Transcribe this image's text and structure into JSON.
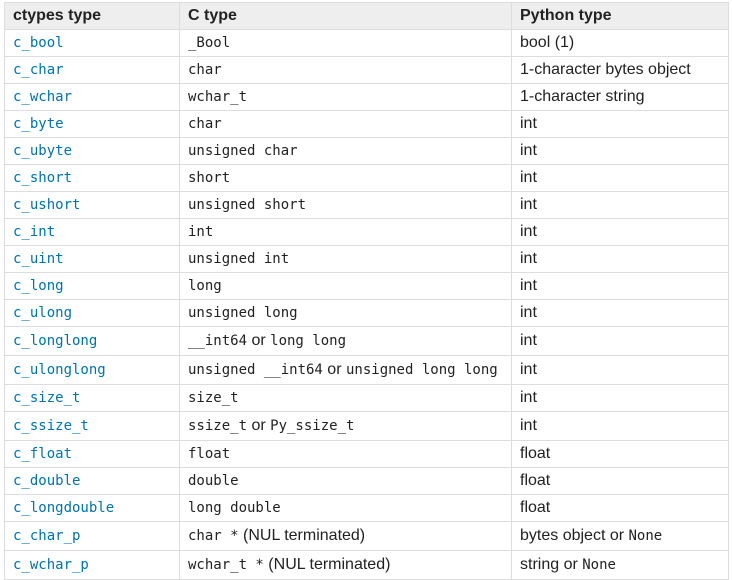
{
  "headers": [
    "ctypes type",
    "C type",
    "Python type"
  ],
  "rows": [
    {
      "ctypes": "c_bool",
      "c": [
        {
          "code": "_Bool"
        }
      ],
      "py": [
        {
          "text": "bool (1)"
        }
      ]
    },
    {
      "ctypes": "c_char",
      "c": [
        {
          "code": "char"
        }
      ],
      "py": [
        {
          "text": "1-character bytes object"
        }
      ]
    },
    {
      "ctypes": "c_wchar",
      "c": [
        {
          "code": "wchar_t"
        }
      ],
      "py": [
        {
          "text": "1-character string"
        }
      ]
    },
    {
      "ctypes": "c_byte",
      "c": [
        {
          "code": "char"
        }
      ],
      "py": [
        {
          "text": "int"
        }
      ]
    },
    {
      "ctypes": "c_ubyte",
      "c": [
        {
          "code": "unsigned char"
        }
      ],
      "py": [
        {
          "text": "int"
        }
      ]
    },
    {
      "ctypes": "c_short",
      "c": [
        {
          "code": "short"
        }
      ],
      "py": [
        {
          "text": "int"
        }
      ]
    },
    {
      "ctypes": "c_ushort",
      "c": [
        {
          "code": "unsigned short"
        }
      ],
      "py": [
        {
          "text": "int"
        }
      ]
    },
    {
      "ctypes": "c_int",
      "c": [
        {
          "code": "int"
        }
      ],
      "py": [
        {
          "text": "int"
        }
      ]
    },
    {
      "ctypes": "c_uint",
      "c": [
        {
          "code": "unsigned int"
        }
      ],
      "py": [
        {
          "text": "int"
        }
      ]
    },
    {
      "ctypes": "c_long",
      "c": [
        {
          "code": "long"
        }
      ],
      "py": [
        {
          "text": "int"
        }
      ]
    },
    {
      "ctypes": "c_ulong",
      "c": [
        {
          "code": "unsigned long"
        }
      ],
      "py": [
        {
          "text": "int"
        }
      ]
    },
    {
      "ctypes": "c_longlong",
      "tall": true,
      "c": [
        {
          "code": "__int64"
        },
        {
          "text": " or "
        },
        {
          "code": "long long"
        }
      ],
      "py": [
        {
          "text": "int"
        }
      ]
    },
    {
      "ctypes": "c_ulonglong",
      "tall": true,
      "c": [
        {
          "code": "unsigned __int64"
        },
        {
          "text": " or "
        },
        {
          "code": "unsigned long long"
        }
      ],
      "py": [
        {
          "text": "int"
        }
      ]
    },
    {
      "ctypes": "c_size_t",
      "c": [
        {
          "code": "size_t"
        }
      ],
      "py": [
        {
          "text": "int"
        }
      ]
    },
    {
      "ctypes": "c_ssize_t",
      "tall": true,
      "c": [
        {
          "code": "ssize_t"
        },
        {
          "text": " or "
        },
        {
          "code": "Py_ssize_t"
        }
      ],
      "py": [
        {
          "text": "int"
        }
      ]
    },
    {
      "ctypes": "c_float",
      "c": [
        {
          "code": "float"
        }
      ],
      "py": [
        {
          "text": "float"
        }
      ]
    },
    {
      "ctypes": "c_double",
      "c": [
        {
          "code": "double"
        }
      ],
      "py": [
        {
          "text": "float"
        }
      ]
    },
    {
      "ctypes": "c_longdouble",
      "c": [
        {
          "code": "long double"
        }
      ],
      "py": [
        {
          "text": "float"
        }
      ]
    },
    {
      "ctypes": "c_char_p",
      "tall": true,
      "c": [
        {
          "code": "char *"
        },
        {
          "text": " (NUL terminated)"
        }
      ],
      "py": [
        {
          "text": "bytes object or "
        },
        {
          "code": "None"
        }
      ]
    },
    {
      "ctypes": "c_wchar_p",
      "tall": true,
      "c": [
        {
          "code": "wchar_t *"
        },
        {
          "text": " (NUL terminated)"
        }
      ],
      "py": [
        {
          "text": "string or "
        },
        {
          "code": "None"
        }
      ]
    }
  ]
}
